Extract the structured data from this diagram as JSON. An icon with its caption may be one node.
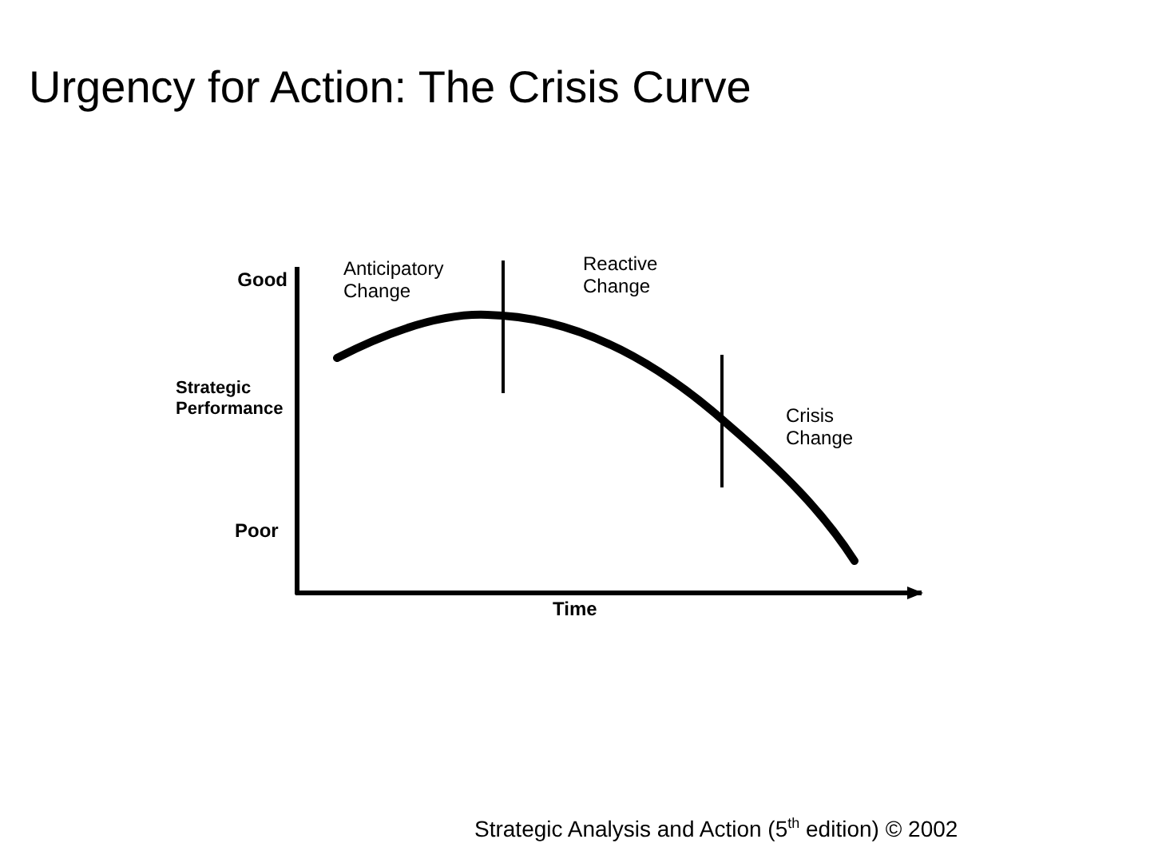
{
  "diagram": {
    "title": "Urgency for Action: The Crisis Curve",
    "caption": "Strategic Analysis and Action (5$^{th}$ edition) © 2002",
    "labels": [
      "Good",
      "Anticipatory Change",
      "Reactive Change",
      "Strategic Performance",
      "Crisis Change",
      "Poor",
      "Time"
    ]
  }
}
